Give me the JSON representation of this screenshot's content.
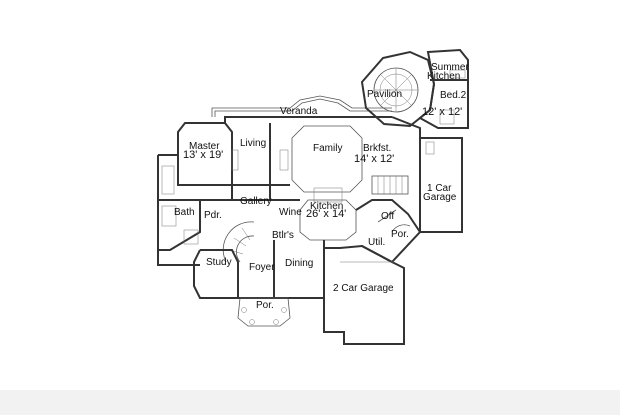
{
  "rooms": {
    "veranda": "Veranda",
    "pavilion": "Pavilion",
    "summer_kitchen": "Summer\nKitchen",
    "bed2": "Bed.2",
    "bed2_size": "12' x 12'",
    "master": "Master",
    "master_size": "13' x 19'",
    "living": "Living",
    "family": "Family",
    "brkfst": "Brkfst.",
    "brkfst_size": "14' x 12'",
    "car1_garage_a": "1 Car",
    "car1_garage_b": "Garage",
    "gallery": "Gallery",
    "bath": "Bath",
    "pdr": "Pdr.",
    "wine": "Wine",
    "kitchen": "Kitchen",
    "kitchen_size": "26' x 14'",
    "off": "Off",
    "por_right": "Por.",
    "util": "Util.",
    "btlrs": "Btlr's",
    "study": "Study",
    "foyer": "Foyer",
    "dining": "Dining",
    "car2_garage": "2 Car Garage",
    "por_front": "Por."
  }
}
